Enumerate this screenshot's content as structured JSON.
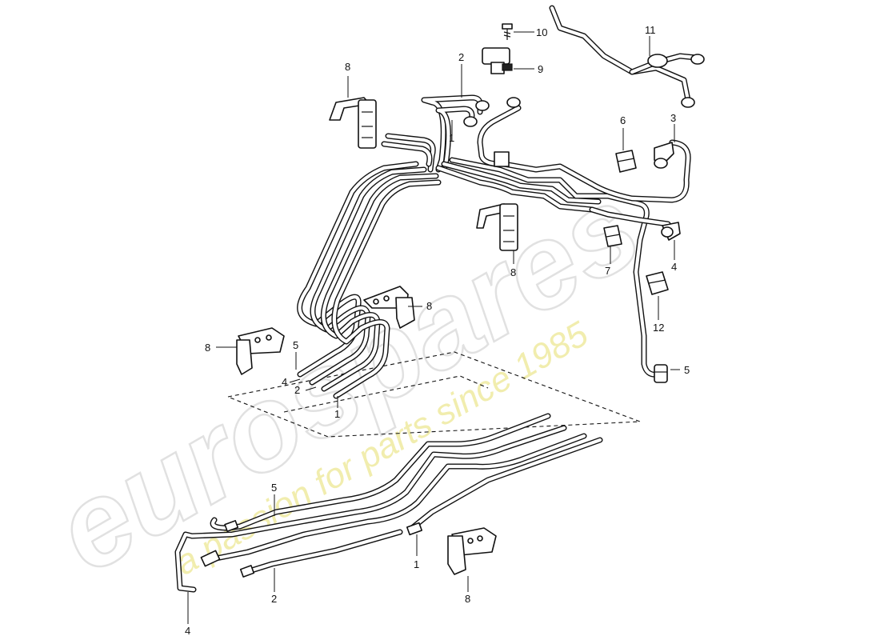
{
  "callouts": {
    "c1_top": "1",
    "c1_mid": "1",
    "c1_bot": "1",
    "c2_top": "2",
    "c2_mid": "2",
    "c2_bot": "2",
    "c3": "3",
    "c4_right": "4",
    "c4_mid": "4",
    "c4_bot": "4",
    "c5_mid": "5",
    "c5_right": "5",
    "c5_bot": "5",
    "c6": "6",
    "c7": "7",
    "c8_topleft": "8",
    "c8_center": "8",
    "c8_clip": "8",
    "c8_left": "8",
    "c8_bottom": "8",
    "c9": "9",
    "c10": "10",
    "c11": "11",
    "c12": "12"
  },
  "watermark": {
    "logo": "eurospares",
    "tagline": "a passion for parts since 1985"
  }
}
